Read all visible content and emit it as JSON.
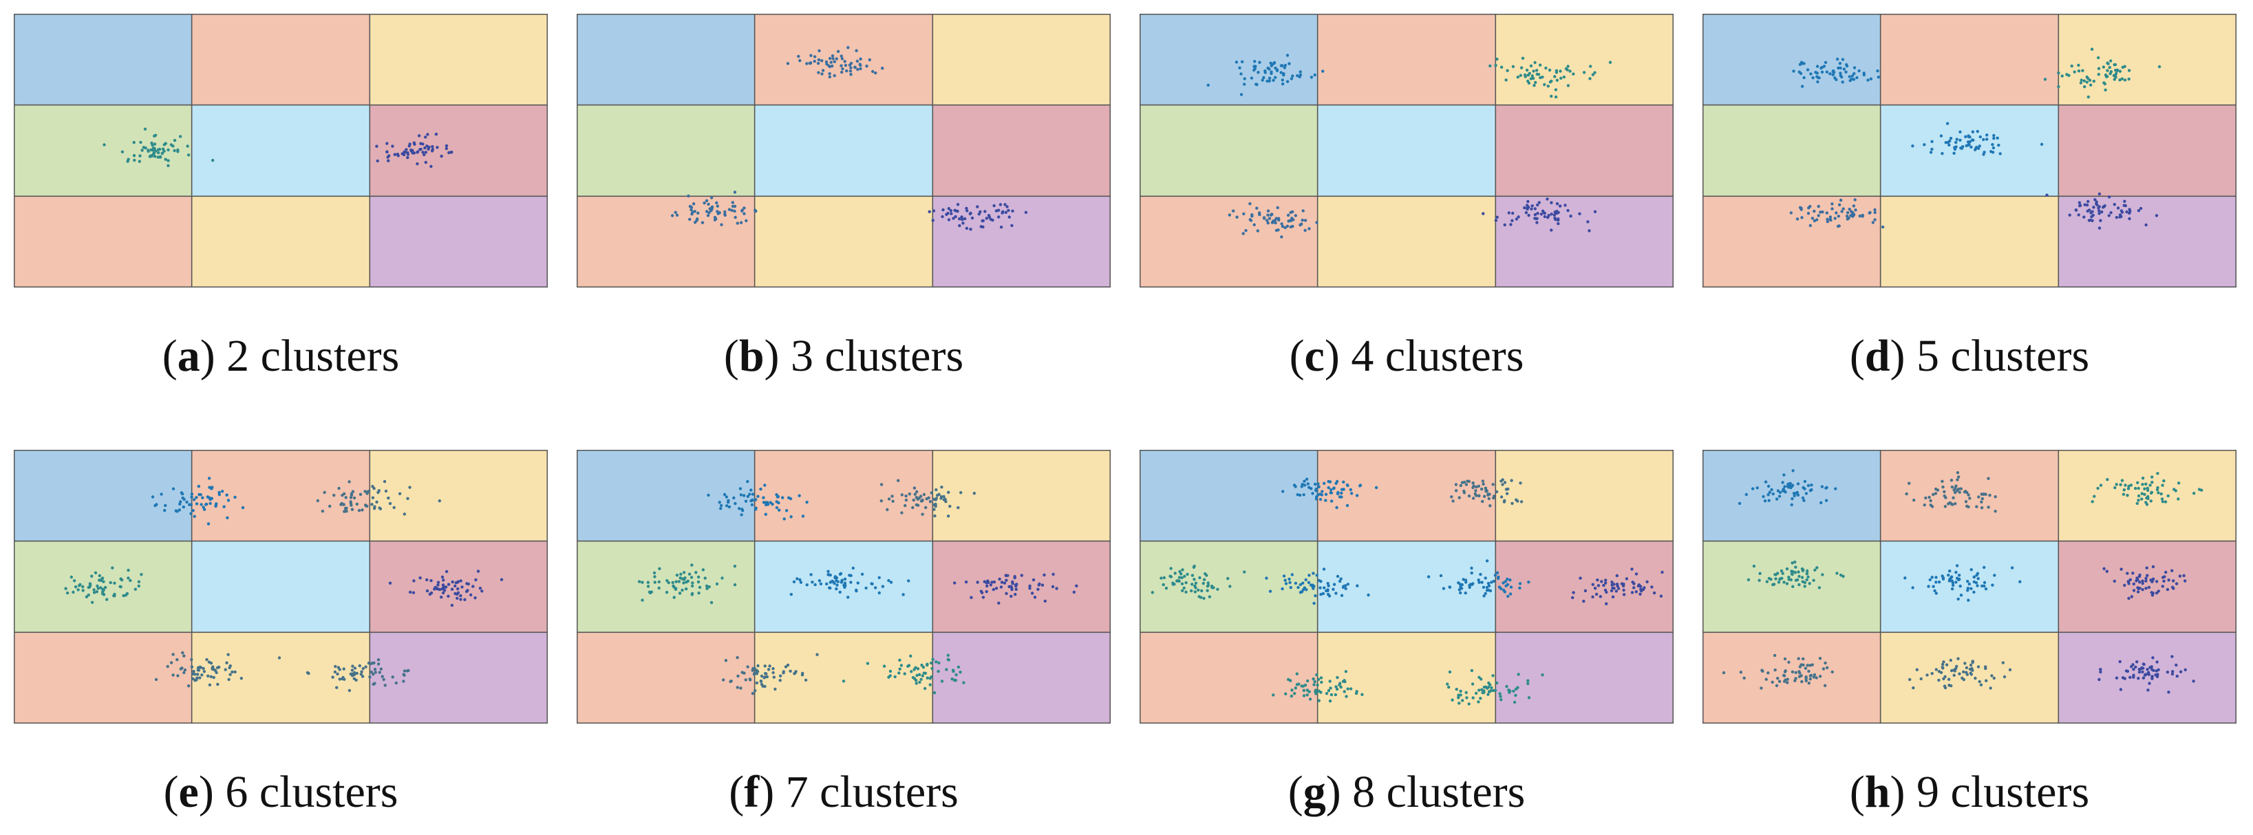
{
  "cell_colors": {
    "r0c0": "#a9cde8",
    "r0c1": "#f3c4b0",
    "r0c2": "#f8e3ae",
    "r1c0": "#d3e3b8",
    "r1c1": "#bfe6f6",
    "r1c2": "#e0aeb4",
    "r2c0": "#f3c4b0",
    "r2c1": "#f8e3ae",
    "r2c2": "#d2b4d8"
  },
  "point_colors": [
    "#1f77b4",
    "#3a6fa0",
    "#2e8b8b",
    "#3b4aa0",
    "#46728a"
  ],
  "chart_data": [
    {
      "type": "scatter",
      "caption": {
        "label": "a",
        "paren_open": "(",
        "paren_close": ")",
        "text": " 2 clusters"
      },
      "xlim": [
        0,
        3
      ],
      "ylim": [
        0,
        3
      ],
      "clusters": [
        {
          "cx": 0.75,
          "cy": 1.5,
          "sx": 0.12,
          "sy": 0.08,
          "n": 60,
          "color": 2
        },
        {
          "cx": 2.25,
          "cy": 1.5,
          "sx": 0.12,
          "sy": 0.08,
          "n": 60,
          "color": 3
        }
      ]
    },
    {
      "type": "scatter",
      "caption": {
        "label": "b",
        "paren_open": "(",
        "paren_close": ")",
        "text": " 3 clusters"
      },
      "xlim": [
        0,
        3
      ],
      "ylim": [
        0,
        3
      ],
      "clusters": [
        {
          "cx": 1.45,
          "cy": 0.55,
          "sx": 0.12,
          "sy": 0.08,
          "n": 60,
          "color": 1
        },
        {
          "cx": 0.78,
          "cy": 2.15,
          "sx": 0.12,
          "sy": 0.08,
          "n": 60,
          "color": 1
        },
        {
          "cx": 2.25,
          "cy": 2.2,
          "sx": 0.12,
          "sy": 0.08,
          "n": 60,
          "color": 3
        }
      ]
    },
    {
      "type": "scatter",
      "caption": {
        "label": "c",
        "paren_open": "(",
        "paren_close": ")",
        "text": " 4 clusters"
      },
      "xlim": [
        0,
        3
      ],
      "ylim": [
        0,
        3
      ],
      "clusters": [
        {
          "cx": 0.75,
          "cy": 0.65,
          "sx": 0.12,
          "sy": 0.08,
          "n": 60,
          "color": 0
        },
        {
          "cx": 2.25,
          "cy": 0.65,
          "sx": 0.12,
          "sy": 0.08,
          "n": 60,
          "color": 2
        },
        {
          "cx": 0.75,
          "cy": 2.25,
          "sx": 0.12,
          "sy": 0.08,
          "n": 60,
          "color": 1
        },
        {
          "cx": 2.25,
          "cy": 2.2,
          "sx": 0.12,
          "sy": 0.08,
          "n": 60,
          "color": 3
        }
      ]
    },
    {
      "type": "scatter",
      "caption": {
        "label": "d",
        "paren_open": "(",
        "paren_close": ")",
        "text": " 5 clusters"
      },
      "xlim": [
        0,
        3
      ],
      "ylim": [
        0,
        3
      ],
      "clusters": [
        {
          "cx": 0.75,
          "cy": 0.65,
          "sx": 0.12,
          "sy": 0.08,
          "n": 60,
          "color": 0
        },
        {
          "cx": 2.25,
          "cy": 0.65,
          "sx": 0.12,
          "sy": 0.08,
          "n": 60,
          "color": 2
        },
        {
          "cx": 1.5,
          "cy": 1.42,
          "sx": 0.12,
          "sy": 0.08,
          "n": 60,
          "color": 0
        },
        {
          "cx": 0.75,
          "cy": 2.2,
          "sx": 0.12,
          "sy": 0.08,
          "n": 60,
          "color": 1
        },
        {
          "cx": 2.25,
          "cy": 2.15,
          "sx": 0.12,
          "sy": 0.08,
          "n": 60,
          "color": 3
        }
      ]
    },
    {
      "type": "scatter",
      "caption": {
        "label": "e",
        "paren_open": "(",
        "paren_close": ")",
        "text": " 6 clusters"
      },
      "xlim": [
        0,
        3
      ],
      "ylim": [
        0,
        3
      ],
      "clusters": [
        {
          "cx": 1.05,
          "cy": 0.55,
          "sx": 0.12,
          "sy": 0.08,
          "n": 60,
          "color": 0
        },
        {
          "cx": 1.95,
          "cy": 0.55,
          "sx": 0.12,
          "sy": 0.08,
          "n": 60,
          "color": 4
        },
        {
          "cx": 0.5,
          "cy": 1.5,
          "sx": 0.12,
          "sy": 0.08,
          "n": 60,
          "color": 2
        },
        {
          "cx": 2.45,
          "cy": 1.5,
          "sx": 0.12,
          "sy": 0.08,
          "n": 60,
          "color": 3
        },
        {
          "cx": 1.05,
          "cy": 2.4,
          "sx": 0.12,
          "sy": 0.08,
          "n": 60,
          "color": 4
        },
        {
          "cx": 1.95,
          "cy": 2.45,
          "sx": 0.12,
          "sy": 0.08,
          "n": 60,
          "color": 4
        }
      ]
    },
    {
      "type": "scatter",
      "caption": {
        "label": "f",
        "paren_open": "(",
        "paren_close": ")",
        "text": " 7 clusters"
      },
      "xlim": [
        0,
        3
      ],
      "ylim": [
        0,
        3
      ],
      "clusters": [
        {
          "cx": 1.05,
          "cy": 0.55,
          "sx": 0.12,
          "sy": 0.08,
          "n": 60,
          "color": 0
        },
        {
          "cx": 1.95,
          "cy": 0.55,
          "sx": 0.12,
          "sy": 0.08,
          "n": 60,
          "color": 4
        },
        {
          "cx": 0.6,
          "cy": 1.45,
          "sx": 0.12,
          "sy": 0.08,
          "n": 60,
          "color": 2
        },
        {
          "cx": 1.5,
          "cy": 1.45,
          "sx": 0.12,
          "sy": 0.08,
          "n": 60,
          "color": 0
        },
        {
          "cx": 2.45,
          "cy": 1.5,
          "sx": 0.12,
          "sy": 0.08,
          "n": 60,
          "color": 3
        },
        {
          "cx": 1.05,
          "cy": 2.45,
          "sx": 0.12,
          "sy": 0.08,
          "n": 60,
          "color": 4
        },
        {
          "cx": 1.95,
          "cy": 2.45,
          "sx": 0.12,
          "sy": 0.08,
          "n": 60,
          "color": 2
        }
      ]
    },
    {
      "type": "scatter",
      "caption": {
        "label": "g",
        "paren_open": "(",
        "paren_close": ")",
        "text": " 8 clusters"
      },
      "xlim": [
        0,
        3
      ],
      "ylim": [
        0,
        3
      ],
      "clusters": [
        {
          "cx": 1.0,
          "cy": 0.45,
          "sx": 0.12,
          "sy": 0.08,
          "n": 60,
          "color": 0
        },
        {
          "cx": 1.95,
          "cy": 0.45,
          "sx": 0.12,
          "sy": 0.08,
          "n": 60,
          "color": 4
        },
        {
          "cx": 0.28,
          "cy": 1.45,
          "sx": 0.12,
          "sy": 0.08,
          "n": 60,
          "color": 2
        },
        {
          "cx": 1.0,
          "cy": 1.5,
          "sx": 0.12,
          "sy": 0.08,
          "n": 60,
          "color": 0
        },
        {
          "cx": 1.95,
          "cy": 1.45,
          "sx": 0.12,
          "sy": 0.08,
          "n": 60,
          "color": 0
        },
        {
          "cx": 2.7,
          "cy": 1.5,
          "sx": 0.12,
          "sy": 0.08,
          "n": 60,
          "color": 3
        },
        {
          "cx": 1.0,
          "cy": 2.6,
          "sx": 0.12,
          "sy": 0.08,
          "n": 60,
          "color": 2
        },
        {
          "cx": 1.95,
          "cy": 2.6,
          "sx": 0.12,
          "sy": 0.08,
          "n": 60,
          "color": 2
        }
      ]
    },
    {
      "type": "scatter",
      "caption": {
        "label": "h",
        "paren_open": "(",
        "paren_close": ")",
        "text": " 9 clusters"
      },
      "xlim": [
        0,
        3
      ],
      "ylim": [
        0,
        3
      ],
      "clusters": [
        {
          "cx": 0.5,
          "cy": 0.45,
          "sx": 0.12,
          "sy": 0.08,
          "n": 60,
          "color": 0
        },
        {
          "cx": 1.45,
          "cy": 0.5,
          "sx": 0.12,
          "sy": 0.08,
          "n": 60,
          "color": 4
        },
        {
          "cx": 2.5,
          "cy": 0.45,
          "sx": 0.12,
          "sy": 0.08,
          "n": 60,
          "color": 2
        },
        {
          "cx": 0.5,
          "cy": 1.4,
          "sx": 0.12,
          "sy": 0.08,
          "n": 60,
          "color": 2
        },
        {
          "cx": 1.45,
          "cy": 1.45,
          "sx": 0.12,
          "sy": 0.08,
          "n": 60,
          "color": 0
        },
        {
          "cx": 2.5,
          "cy": 1.45,
          "sx": 0.12,
          "sy": 0.08,
          "n": 60,
          "color": 3
        },
        {
          "cx": 0.5,
          "cy": 2.45,
          "sx": 0.12,
          "sy": 0.08,
          "n": 60,
          "color": 4
        },
        {
          "cx": 1.45,
          "cy": 2.45,
          "sx": 0.12,
          "sy": 0.08,
          "n": 60,
          "color": 4
        },
        {
          "cx": 2.5,
          "cy": 2.45,
          "sx": 0.12,
          "sy": 0.08,
          "n": 60,
          "color": 3
        }
      ]
    }
  ]
}
